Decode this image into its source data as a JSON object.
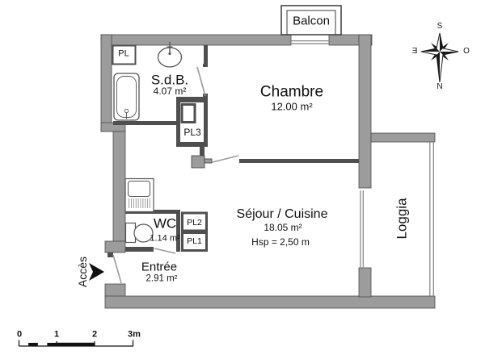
{
  "plan": {
    "balcony_label": "Balcon",
    "rooms": {
      "sdb": {
        "name": "S.d.B.",
        "area": "4.07 m²"
      },
      "chambre": {
        "name": "Chambre",
        "area": "12.00 m²"
      },
      "sejour": {
        "name": "Séjour / Cuisine",
        "area": "18.05 m²",
        "ceiling_height": "Hsp =  2,50 m"
      },
      "wc": {
        "name": "WC",
        "area": "1.14 m²"
      },
      "entree": {
        "name": "Entrée",
        "area": "2.91 m²"
      },
      "loggia": {
        "name": "Loggia"
      }
    },
    "closets": {
      "pl": "PL",
      "pl1": "PL1",
      "pl2": "PL2",
      "pl3": "PL3"
    },
    "access_label": "Accès",
    "compass": {
      "top": "S",
      "right": "O",
      "bottom": "N",
      "left": "E"
    },
    "scale": {
      "t0": "0",
      "t1": "1",
      "t2": "2",
      "t3": "3m"
    }
  },
  "colors": {
    "wall_fill": "#9c9c9c",
    "wall_outline": "#4a4a4a",
    "partition": "#4f4f4f",
    "fixture_line": "#555555",
    "text": "#111111",
    "background": "#ffffff"
  }
}
